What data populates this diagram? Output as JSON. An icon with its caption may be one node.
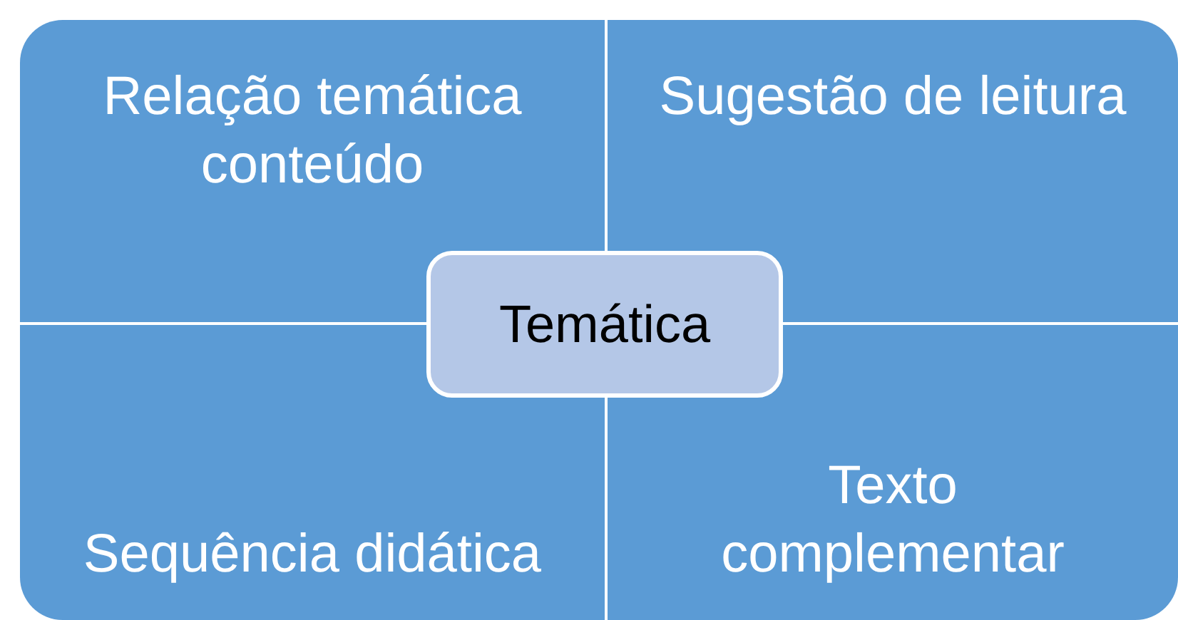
{
  "diagram": {
    "nodes": [
      {
        "text": [
          "Relação temática conteúdo"
        ]
      },
      {
        "text": [
          "Sugestão de leitura"
        ]
      },
      {
        "text": [
          "Sequência didática"
        ]
      },
      {
        "text": [
          "Texto complementar"
        ]
      },
      {
        "text": [
          "Temática"
        ]
      }
    ]
  }
}
